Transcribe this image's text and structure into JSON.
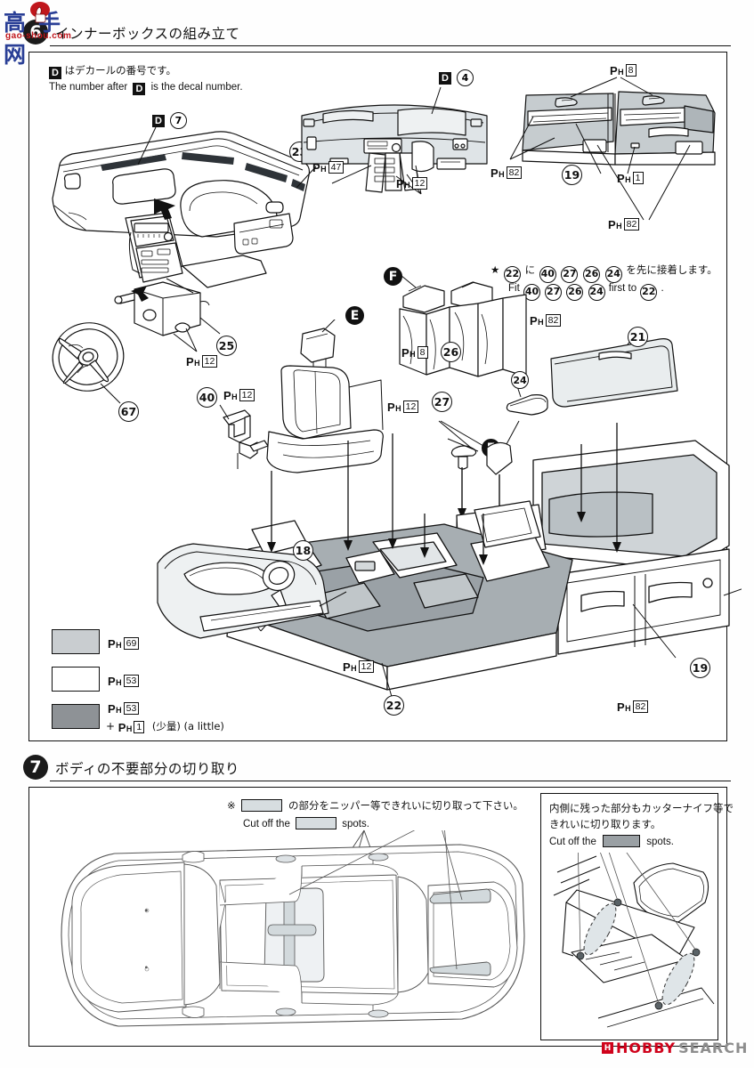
{
  "watermark": {
    "chars": "高手网",
    "url": "gao-shou.com",
    "icon": "thumbs-up-icon"
  },
  "steps": [
    {
      "number": "6",
      "title_ja": "インナーボックスの組み立て",
      "title_en": ""
    },
    {
      "number": "7",
      "title_ja": "ボディの不要部分の切り取り",
      "title_en": ""
    }
  ],
  "decal_note": {
    "prefix_ja": "はデカールの番号です。",
    "line_en_before": "The number after",
    "line_en_after": "is the decal number.",
    "tag": "D"
  },
  "fit_note": {
    "star": "★",
    "ja_pre": "に",
    "ja_post": "を先に接着します。",
    "target": "22",
    "parts": [
      "40",
      "27",
      "26",
      "24"
    ],
    "en_pre": "Fit",
    "en_mid": "first to",
    "en_post": "."
  },
  "paint_legend": [
    {
      "swatch_color": "#c9cdd0",
      "paint": "69",
      "extra": ""
    },
    {
      "swatch_color": "#ffffff",
      "paint": "53",
      "extra": ""
    },
    {
      "swatch_color": "#8e9296",
      "paint": "53",
      "extra": "+ PH 1  (少量)(a little)",
      "extra_paint": "1",
      "extra_ja": "(少量)",
      "extra_en": "(a little)"
    }
  ],
  "cut_note_main": {
    "mark": "※",
    "ja_after_box": "の部分をニッパー等できれいに切り取って下さい。",
    "en_before": "Cut off the",
    "en_after": "spots.",
    "swatch_color": "#d7dde0"
  },
  "cut_note_inset": {
    "ja_line1": "内側に残った部分もカッターナイフ等で",
    "ja_line2": "きれいに切り取ります。",
    "en_before": "Cut off the",
    "en_after": "spots.",
    "swatch_color": "#9aa0a4"
  },
  "part_numbers": {
    "dashboard_top": "23",
    "radio_unit": "25",
    "steering_wheel": "67",
    "shift_lever_part": "40",
    "door_panel_upper": "19",
    "door_panel_lower": "19",
    "console_18": "18",
    "parcel_shelf": "21",
    "armrest": "24",
    "seatbelt_26": "26",
    "shift_knob_27": "27",
    "floor_pan": "22"
  },
  "sub_assembly_letters": {
    "front_seat": "E",
    "front_seat_2": "E",
    "rear_seat": "F"
  },
  "decal_labels": [
    {
      "tag": "D",
      "number": "7"
    },
    {
      "tag": "D",
      "number": "4"
    }
  ],
  "paint_callouts": [
    {
      "id": "dash-ph12",
      "paint": "12"
    },
    {
      "id": "dash-front-ph47",
      "paint": "47"
    },
    {
      "id": "dash-front-ph12",
      "paint": "12"
    },
    {
      "id": "door-ph8",
      "paint": "8"
    },
    {
      "id": "door-ph82-left",
      "paint": "82"
    },
    {
      "id": "door-ph1",
      "paint": "1"
    },
    {
      "id": "door-ph82-bottom",
      "paint": "82"
    },
    {
      "id": "seat-ph12-40",
      "paint": "12"
    },
    {
      "id": "seat-ph8",
      "paint": "8"
    },
    {
      "id": "seat-ph12",
      "paint": "12"
    },
    {
      "id": "rear-ph82",
      "paint": "82"
    },
    {
      "id": "floor-ph12",
      "paint": "12"
    },
    {
      "id": "lower-door-ph82",
      "paint": "82"
    }
  ],
  "footer": {
    "brand_a": "HOBBY",
    "brand_b": "SEARCH",
    "mark": "H"
  },
  "colors": {
    "ink": "#111111",
    "panel_fill_light": "#d9dee1",
    "panel_fill_mid": "#b9c0c4",
    "panel_fill_dark": "#8e9296",
    "accent_red": "#d0021b",
    "watermark_blue": "#2a3f96"
  }
}
